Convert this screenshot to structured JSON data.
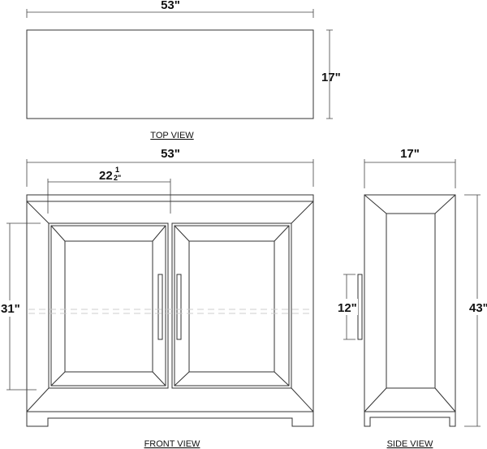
{
  "top_view": {
    "label": "TOP VIEW",
    "width_dim": "53\"",
    "depth_dim": "17\""
  },
  "front_view": {
    "label": "FRONT VIEW",
    "width_dim": "53\"",
    "door_dim": "22",
    "door_dim_fraction_num": "1",
    "door_dim_fraction_den": "2\"",
    "door_height_dim": "31\""
  },
  "side_view": {
    "label": "SIDE VIEW",
    "depth_dim": "17\"",
    "height_dim": "43\"",
    "handle_dim": "12\""
  }
}
